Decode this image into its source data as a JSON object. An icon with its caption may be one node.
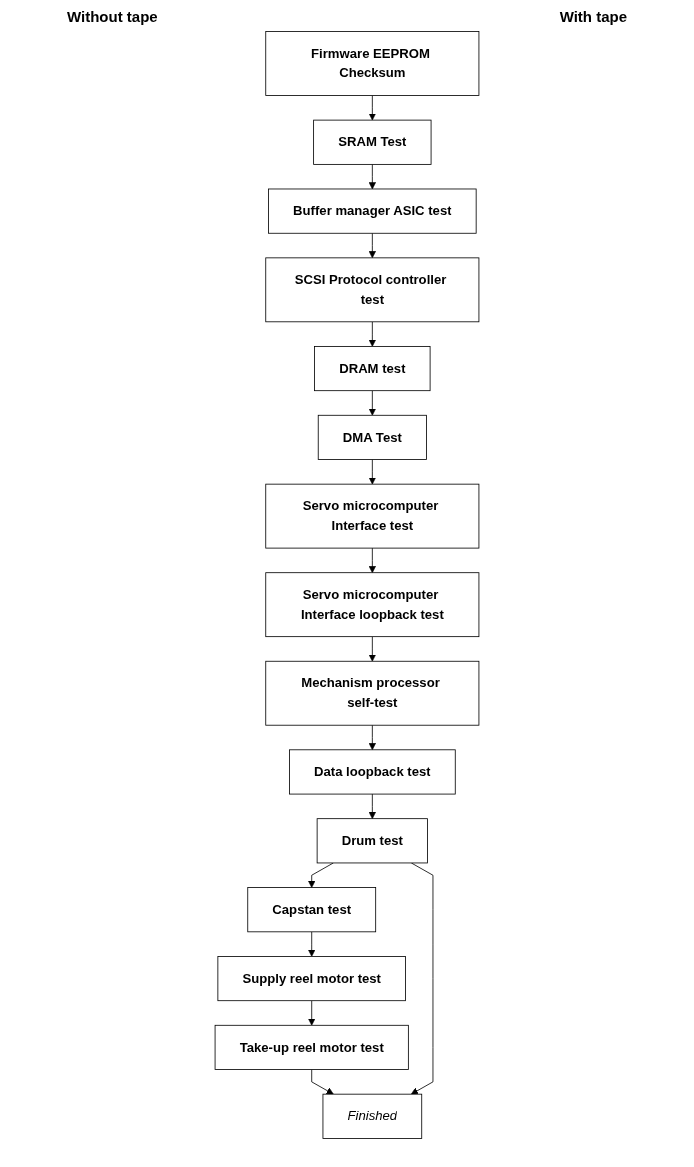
{
  "diagram": {
    "nodes": [
      {
        "text": [
          "Firmware EEPROM Checksum"
        ]
      },
      {
        "text": [
          "SRAM Test"
        ]
      },
      {
        "text": [
          "Buffer manager ASIC test"
        ]
      },
      {
        "text": [
          "SCSI Protocol controller test"
        ]
      },
      {
        "text": [
          "DRAM test"
        ]
      },
      {
        "text": [
          "DMA Test"
        ]
      },
      {
        "text": [
          "Servo microcomputer Interface test"
        ]
      },
      {
        "text": [
          "Servo microcomputer Interface loopback test"
        ]
      },
      {
        "text": [
          "Mechanism processor self-test"
        ]
      },
      {
        "text": [
          "Data loopback test"
        ]
      },
      {
        "text": [
          "Drum test"
        ]
      },
      {
        "text": [
          "Capstan test"
        ]
      },
      {
        "text": [
          "Supply reel motor test"
        ]
      },
      {
        "text": [
          "Take-up reel motor test"
        ]
      },
      {
        "text": [
          "Finished"
        ]
      }
    ],
    "edges": [
      {
        "from": 0,
        "to": 1,
        "arrow": "to"
      },
      {
        "from": 1,
        "to": 2,
        "arrow": "to"
      },
      {
        "from": 2,
        "to": 3,
        "arrow": "to"
      },
      {
        "from": 3,
        "to": 4,
        "arrow": "to"
      },
      {
        "from": 4,
        "to": 5,
        "arrow": "to"
      },
      {
        "from": 5,
        "to": 6,
        "arrow": "to"
      },
      {
        "from": 6,
        "to": 7,
        "arrow": "to"
      },
      {
        "from": 7,
        "to": 8,
        "arrow": "to"
      },
      {
        "from": 8,
        "to": 9,
        "arrow": "to"
      },
      {
        "from": 9,
        "to": 10,
        "arrow": "to"
      },
      {
        "from": 10,
        "to": 11,
        "arrow": "to"
      },
      {
        "from": 11,
        "to": 12,
        "arrow": "to"
      },
      {
        "from": 12,
        "to": 13,
        "arrow": "to"
      },
      {
        "from": 13,
        "to": 14,
        "arrow": "to"
      },
      {
        "from": 10,
        "to": 14,
        "arrow": "to"
      }
    ],
    "labels": [
      "Without tape",
      "With tape"
    ]
  }
}
